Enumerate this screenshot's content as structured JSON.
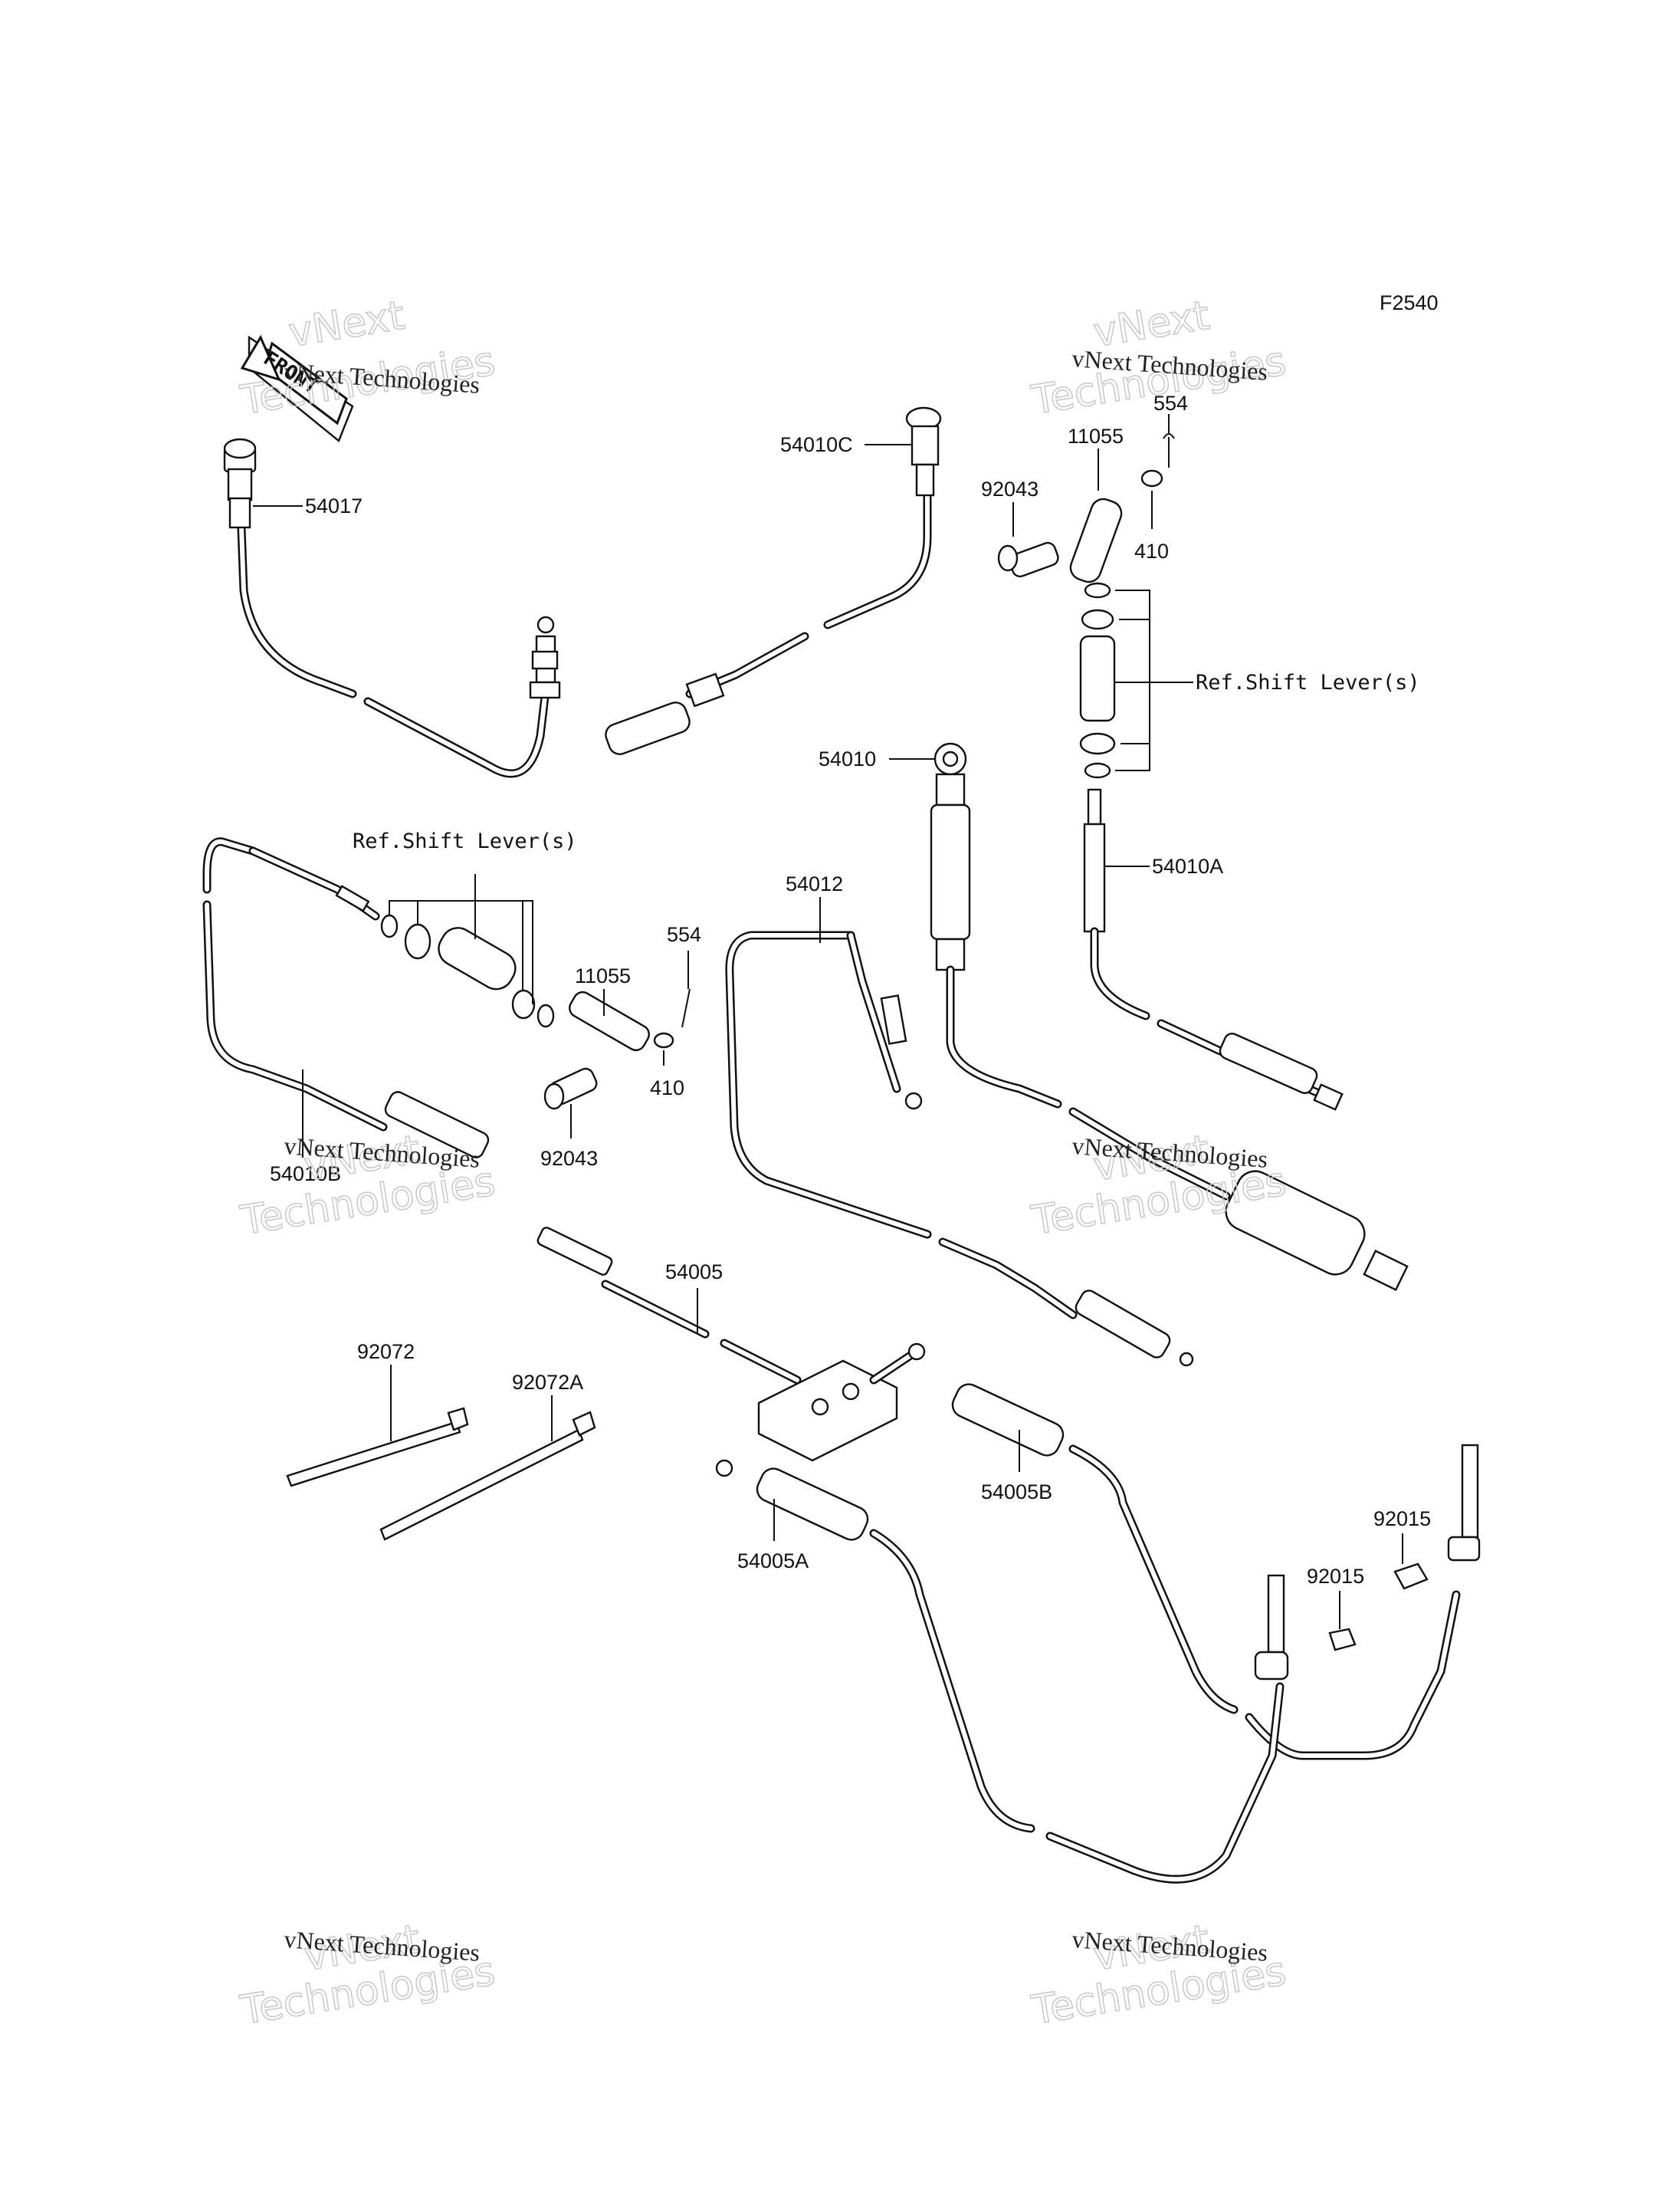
{
  "figure_code": "F2540",
  "front_label": "FRONT",
  "watermark_main": "vNext Technologies",
  "watermark_word1": "vNext",
  "watermark_word2": "Technologies",
  "labels": {
    "p54017": "54017",
    "p54010C": "54010C",
    "p554_top": "554",
    "p11055_top": "11055",
    "p92043_top": "92043",
    "p410_top": "410",
    "ref_shift_right": "Ref.Shift Lever(s)",
    "p54010": "54010",
    "p54010A": "54010A",
    "ref_shift_left": "Ref.Shift Lever(s)",
    "p54012": "54012",
    "p554_mid": "554",
    "p11055_mid": "11055",
    "p410_mid": "410",
    "p92043_mid": "92043",
    "p54010B": "54010B",
    "p54005": "54005",
    "p92072": "92072",
    "p92072A": "92072A",
    "p54005B": "54005B",
    "p54005A": "54005A",
    "p92015_a": "92015",
    "p92015_b": "92015"
  }
}
